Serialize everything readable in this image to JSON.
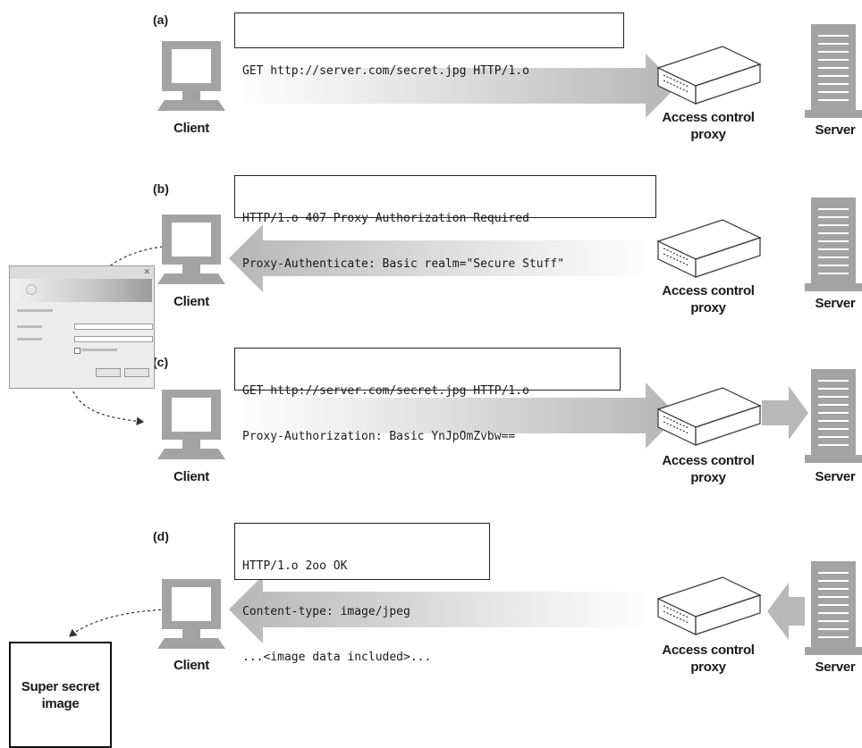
{
  "panels": [
    {
      "letter": "(a)",
      "message": [
        "GET http://server.com/secret.jpg HTTP/1.o"
      ],
      "client_label": "Client",
      "proxy_label": [
        "Access control",
        "proxy"
      ],
      "server_label": "Server"
    },
    {
      "letter": "(b)",
      "message": [
        "HTTP/1.o 407 Proxy Authorization Required",
        "Proxy-Authenticate: Basic realm=\"Secure Stuff\""
      ],
      "client_label": "Client",
      "proxy_label": [
        "Access control",
        "proxy"
      ],
      "server_label": "Server"
    },
    {
      "letter": "(c)",
      "message": [
        "GET http://server.com/secret.jpg HTTP/1.o",
        "Proxy-Authorization: Basic YnJpOmZvbw=="
      ],
      "client_label": "Client",
      "proxy_label": [
        "Access control",
        "proxy"
      ],
      "server_label": "Server"
    },
    {
      "letter": "(d)",
      "message": [
        "HTTP/1.o 2oo OK",
        "Content-type: image/jpeg",
        "...<image data included>..."
      ],
      "client_label": "Client",
      "proxy_label": [
        "Access control",
        "proxy"
      ],
      "server_label": "Server"
    }
  ],
  "secret_image": {
    "line1": "Super secret",
    "line2": "image"
  },
  "icons": {
    "client": "computer-monitor-icon",
    "proxy": "network-box-icon",
    "server": "server-tower-icon",
    "dialog": "login-dialog-thumbnail"
  },
  "colors": {
    "icon_gray": "#a3a3a3",
    "arrow_gray": "#bdbdbd",
    "box_border": "#222222"
  }
}
